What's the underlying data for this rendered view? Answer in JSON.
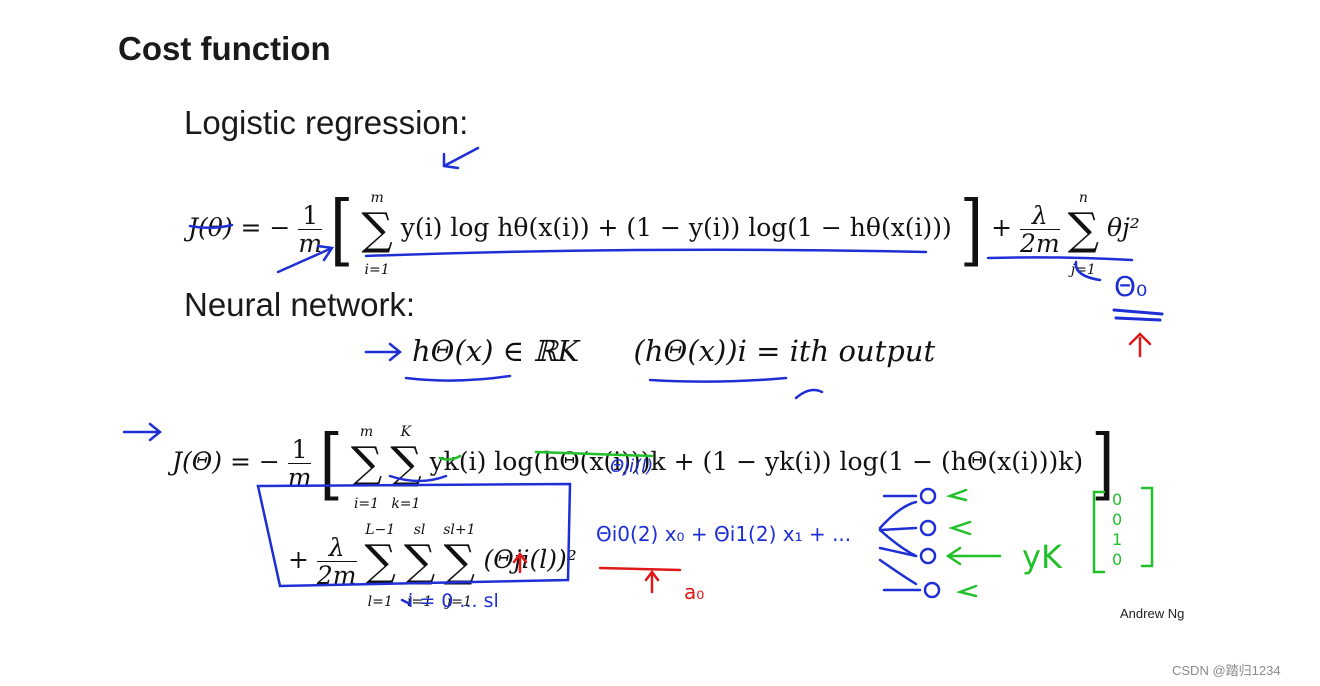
{
  "slide": {
    "title": "Cost function",
    "logistic_heading": "Logistic regression:",
    "neural_heading": "Neural network:",
    "attribution": "Andrew Ng"
  },
  "equations": {
    "logistic_cost": {
      "lhs": "J(θ) = −",
      "frac_num": "1",
      "frac_den": "m",
      "sum_top": "m",
      "sum_bot": "i=1",
      "body": "y(i) log hθ(x(i)) + (1 − y(i)) log(1 − hθ(x(i)))",
      "reg_num": "λ",
      "reg_den": "2m",
      "reg_sum_top": "n",
      "reg_sum_bot": "j=1",
      "reg_term": "θj²"
    },
    "network_output": {
      "left": "hΘ(x) ∈ ℝK",
      "right": "(hΘ(x))i = ith output"
    },
    "neural_cost": {
      "lhs": "J(Θ) = −",
      "frac_num": "1",
      "frac_den": "m",
      "sum1_top": "m",
      "sum1_bot": "i=1",
      "sum2_top": "K",
      "sum2_bot": "k=1",
      "body": "yk(i) log(hΘ(x(i)))k + (1 − yk(i)) log(1 − (hΘ(x(i)))k)"
    },
    "regularization": {
      "frac_num": "λ",
      "frac_den": "2m",
      "sum1_top": "L−1",
      "sum1_bot": "l=1",
      "sum2_top": "sl",
      "sum2_bot": "i=1",
      "sum3_top": "sl+1",
      "sum3_bot": "j=1",
      "term": "(Θji(l))²"
    }
  },
  "annotations": {
    "theta_zero": "Θ₀",
    "theta_ji_l": "Θji(l)",
    "theta_sum": "Θi0(2) x₀ + Θi1(2) x₁ + ...",
    "a_zero": "a₀",
    "i_range": "i = 0 ... sl",
    "y_k": "yK",
    "vector": [
      "0",
      "0",
      "1",
      "0"
    ]
  },
  "colors": {
    "annotation_blue": "#1f2fd6",
    "annotation_red": "#e01818",
    "annotation_green": "#22c02a",
    "text": "#111111"
  },
  "watermark": "CSDN @踏归1234"
}
